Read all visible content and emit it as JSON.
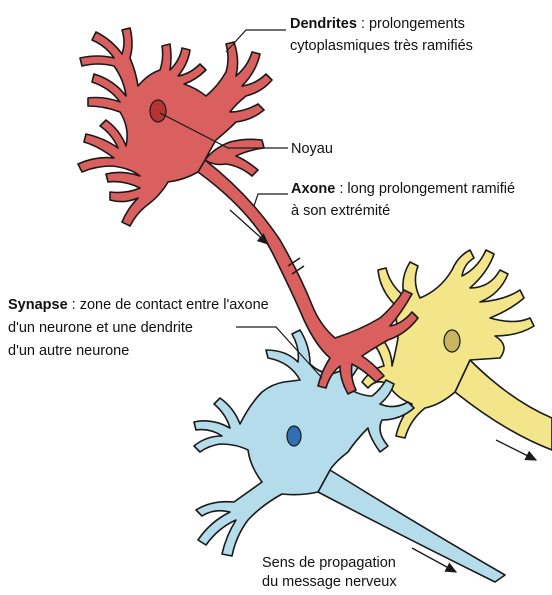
{
  "labels": {
    "dendrites": {
      "term": "Dendrites",
      "rest": " : prolongements",
      "line2": "cytoplasmiques très ramifiés"
    },
    "noyau": "Noyau",
    "axone": {
      "term": "Axone",
      "rest": " : long prolongement ramifié",
      "line2": "à son extrémité"
    },
    "synapse": {
      "term": "Synapse",
      "rest": " : zone de contact entre l'axone",
      "line2": "d'un neurone et une dendrite",
      "line3": "d'un autre neurone"
    },
    "sens": {
      "line1": "Sens de propagation",
      "line2": "du message nerveux"
    }
  },
  "colors": {
    "neuron_red": "#d9605f",
    "neuron_red_nucleus": "#b83333",
    "neuron_yellow": "#f2e58a",
    "neuron_yellow_nucleus": "#c9b560",
    "neuron_blue": "#b5dcea",
    "neuron_blue_nucleus": "#2f6fb2",
    "outline": "#1a1a1a"
  }
}
